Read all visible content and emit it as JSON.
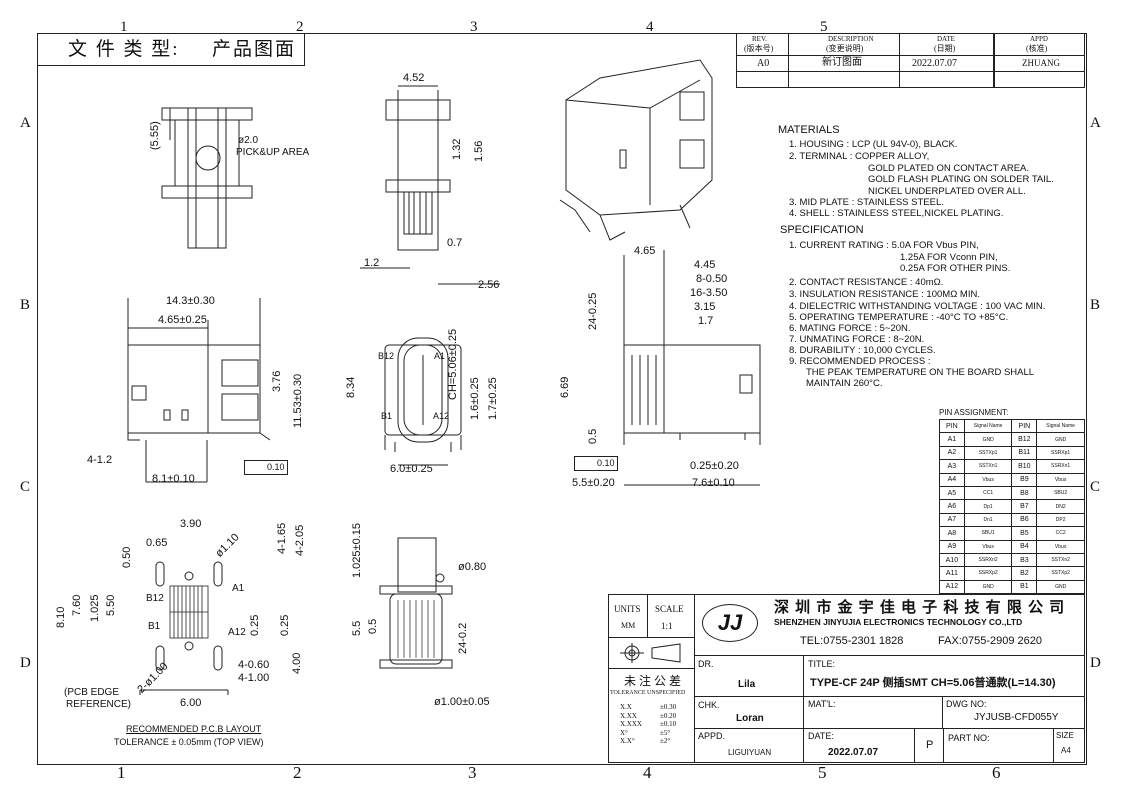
{
  "border": {
    "cols_top": [
      "1",
      "2",
      "3",
      "4",
      "5"
    ],
    "cols_bottom": [
      "1",
      "2",
      "3",
      "4",
      "5",
      "6"
    ],
    "rows": [
      "A",
      "B",
      "C",
      "D"
    ]
  },
  "file_type": {
    "label": "文 件 类 型:",
    "value": "产品图面"
  },
  "revision": {
    "headers": [
      {
        "en": "REV.",
        "cn": "(版本号)"
      },
      {
        "en": "DESCRIPTION",
        "cn": "(变更说明)"
      },
      {
        "en": "DATE",
        "cn": "(日期)"
      },
      {
        "en": "APPD",
        "cn": "(核准)"
      }
    ],
    "row": [
      "A0",
      "新订图面",
      "2022.07.07",
      "ZHUANG"
    ]
  },
  "materials": {
    "title": "MATERIALS",
    "lines": [
      "1. HOUSING : LCP (UL 94V-0), BLACK.",
      "2. TERMINAL : COPPER ALLOY,",
      "GOLD PLATED ON CONTACT AREA.",
      "GOLD FLASH PLATING ON SOLDER TAIL.",
      "NICKEL UNDERPLATED OVER ALL.",
      "3. MID PLATE : STAINLESS STEEL.",
      "4. SHELL : STAINLESS STEEL,NICKEL PLATING."
    ]
  },
  "specification": {
    "title": "SPECIFICATION",
    "lines": [
      "1. CURRENT RATING : 5.0A FOR Vbus PIN,",
      "1.25A FOR Vconn PIN,",
      "0.25A FOR OTHER PINS.",
      "2. CONTACT RESISTANCE : 40mΩ.",
      "3. INSULATION RESISTANCE : 100MΩ MIN.",
      "4. DIELECTRIC WITHSTANDING VOLTAGE : 100 VAC MIN.",
      "5. OPERATING TEMPERATURE : -40°C TO +85°C.",
      "6. MATING FORCE : 5~20N.",
      "7. UNMATING FORCE : 8~20N.",
      "8. DURABILITY : 10,000 CYCLES.",
      "9. RECOMMENDED PROCESS :",
      "THE PEAK TEMPERATURE ON THE BOARD SHALL",
      "MAINTAIN 260°C."
    ]
  },
  "pin_assignment": {
    "title": "PIN ASSIGNMENT:",
    "headers": [
      "PIN",
      "Signal Name",
      "PIN",
      "Signal Name"
    ],
    "rows": [
      [
        "A1",
        "GND",
        "B12",
        "GND"
      ],
      [
        "A2",
        "SSTXp1",
        "B11",
        "SSRXp1"
      ],
      [
        "A3",
        "SSTXn1",
        "B10",
        "SSRXn1"
      ],
      [
        "A4",
        "Vbus",
        "B9",
        "Vbus"
      ],
      [
        "A5",
        "CC1",
        "B8",
        "SBU2"
      ],
      [
        "A6",
        "Dp1",
        "B7",
        "DN2"
      ],
      [
        "A7",
        "Dn1",
        "B6",
        "DP2"
      ],
      [
        "A8",
        "SBU1",
        "B5",
        "CC2"
      ],
      [
        "A9",
        "Vbus",
        "B4",
        "Vbus"
      ],
      [
        "A10",
        "SSRXn2",
        "B3",
        "SSTXn2"
      ],
      [
        "A11",
        "SSRXp2",
        "B2",
        "SSTXp2"
      ],
      [
        "A12",
        "GND",
        "B1",
        "GND"
      ]
    ]
  },
  "title_block": {
    "units_label": "UNITS",
    "units_value": "MM",
    "scale_label": "SCALE",
    "scale_value": "1:1",
    "logo": "JJ",
    "company_cn": "深 圳 市 金 宇 佳 电 子 科 技 有 限 公 司",
    "company_en": "SHENZHEN JINYUJIA ELECTRONICS TECHNOLOGY CO.,LTD",
    "tel": "TEL:0755-2301 1828",
    "fax": "FAX:0755-2909 2620",
    "tolerance_cn": "未 注 公 差",
    "tolerance_en": "TOLERANCE UNSPECIFIED",
    "tolerances": [
      [
        "X.X",
        "±0.30"
      ],
      [
        "X.XX",
        "±0.20"
      ],
      [
        "X.XXX",
        "±0.10"
      ],
      [
        "X°",
        "±5°"
      ],
      [
        "X.X°",
        "±2°"
      ]
    ],
    "dr_label": "DR.",
    "dr_value": "Lila",
    "chk_label": "CHK.",
    "chk_value": "Loran",
    "appd_label": "APPD.",
    "appd_value": "LIGUIYUAN",
    "title_label": "TITLE:",
    "title_value": "TYPE-CF 24P 侧插SMT CH=5.06普通款(L=14.30)",
    "matl_label": "MAT'L:",
    "dwg_label": "DWG NO:",
    "dwg_value": "JYJUSB-CFD055Y",
    "date_label": "DATE:",
    "date_value": "2022.07.07",
    "p_label": "P",
    "part_label": "PART NO:",
    "size_label": "SIZE",
    "size_value": "A4"
  },
  "dims": {
    "d555": "(5.55)",
    "d2": "ø2.0",
    "pick": "PICK&UP AREA",
    "d452": "4.52",
    "d132": "1.32",
    "d156": "1.56",
    "d07": "0.7",
    "d12": "1.2",
    "d256": "2.56",
    "d143": "14.3±0.30",
    "d465": "4.65±0.25",
    "d376": "3.76",
    "d1153": "11.53±0.30",
    "d4_12": "4-1.2",
    "d81": "8.1±0.10",
    "flat1": "0.10",
    "b12": "B12",
    "a1": "A1",
    "b1": "B1",
    "a12": "A12",
    "d834": "8.34",
    "ch": "CH=5.06±0.25",
    "d16": "1.6±0.25",
    "d17": "1.7±0.25",
    "d60": "6.0±0.25",
    "r465": "4.65",
    "r445": "4.45",
    "r8050": "8-0.50",
    "r16350": "16-3.50",
    "r315": "3.15",
    "r17": "1.7",
    "r24025": "24-0.25",
    "r669": "6.69",
    "r05": "0.5",
    "flat2": "0.10",
    "r025": "0.25±0.20",
    "r55": "5.5±0.20",
    "r76": "7.6±0.10",
    "p390": "3.90",
    "p065": "0.65",
    "p110": "ø1.10",
    "p050": "0.50",
    "p4165": "4-1.65",
    "p4205": "4-2.05",
    "pa1": "A1",
    "pb12": "B12",
    "pb1": "B1",
    "pa12": "A12",
    "p810": "8.10",
    "p760": "7.60",
    "p1025": "1.025",
    "p550": "5.50",
    "p025a": "0.25",
    "p025b": "0.25",
    "p2x100": "2-ø1.00",
    "p4060": "4-0.60",
    "p4100": "4-1.00",
    "p400": "4.00",
    "p600": "6.00",
    "pcb_edge": "(PCB EDGE",
    "pcb_ref": "REFERENCE)",
    "rec1": "RECOMMENDED P.C.B LAYOUT",
    "rec2": "TOLERANCE ± 0.05mm (TOP VIEW)",
    "s1025": "1.025±0.15",
    "s080": "ø0.80",
    "s55": "5.5",
    "s05": "0.5",
    "s2402": "24-0.2",
    "s100": "ø1.00±0.05"
  }
}
